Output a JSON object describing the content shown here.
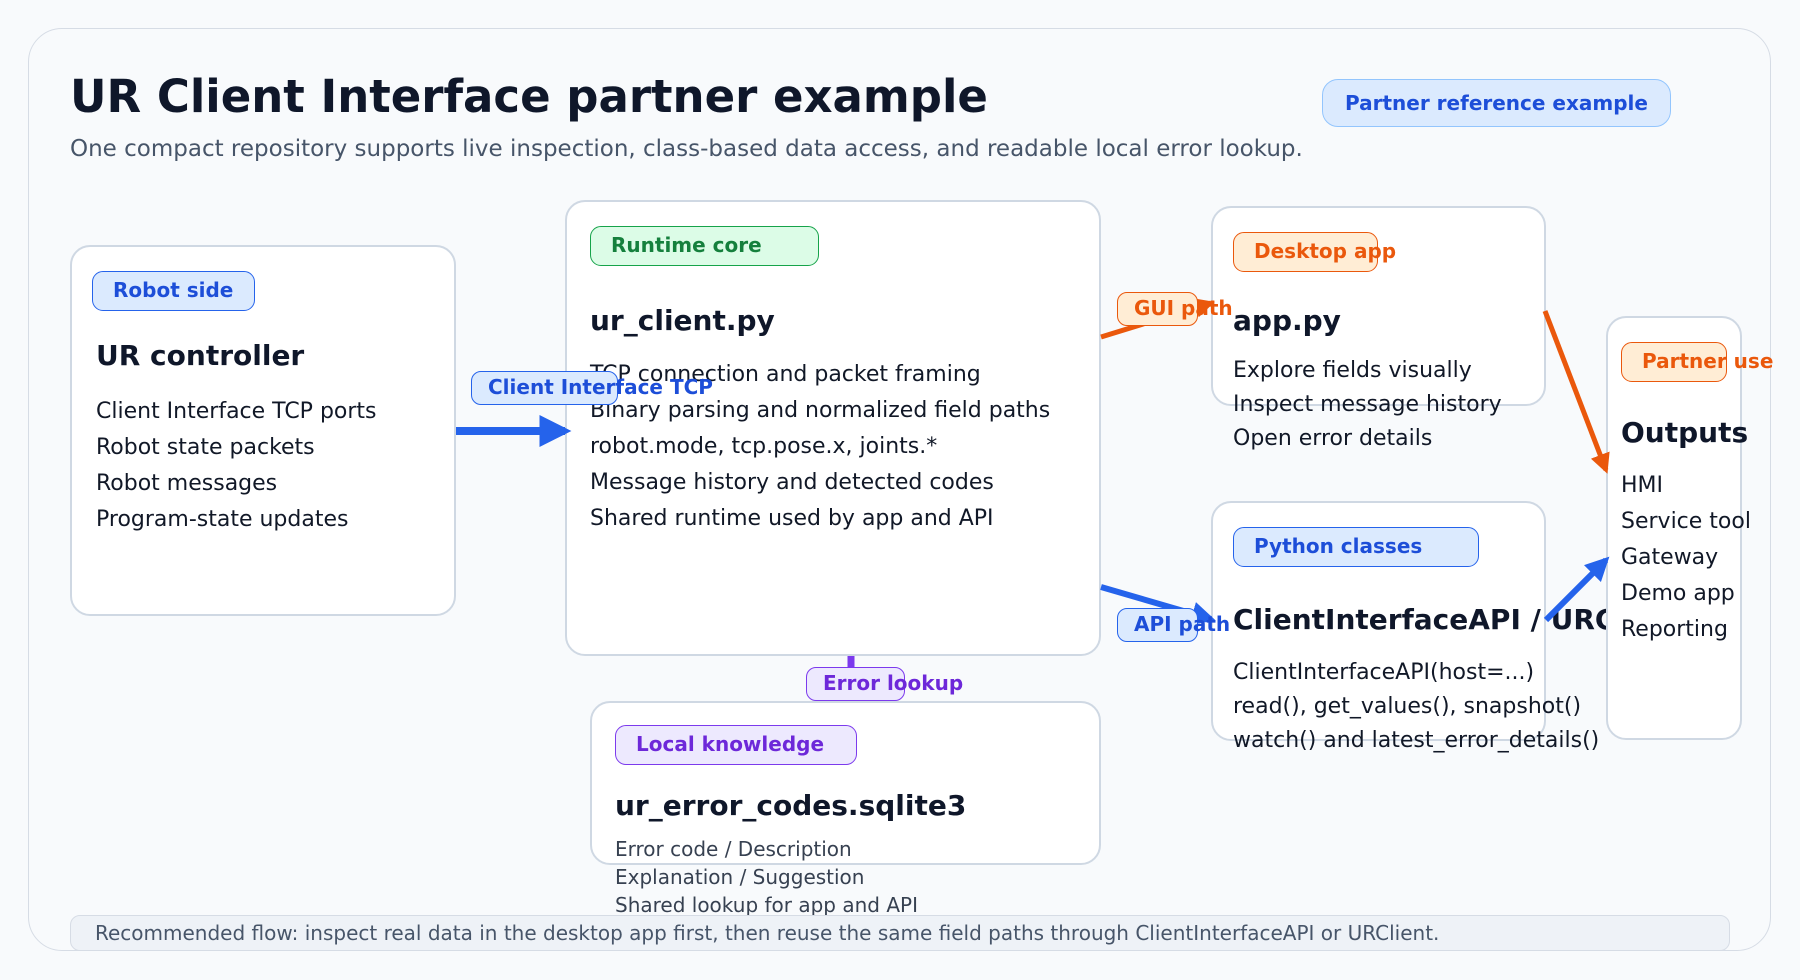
{
  "header": {
    "title": "UR Client Interface partner example",
    "subtitle": "One compact repository supports live inspection, class-based data access, and readable local error lookup.",
    "badge": "Partner reference example"
  },
  "colors": {
    "blue": "#2563eb",
    "green": "#16a34a",
    "orange": "#ea580c",
    "purple": "#7c3aed"
  },
  "nodes": {
    "robot": {
      "tag": "Robot side",
      "title": "UR controller",
      "lines": [
        "Client Interface TCP ports",
        "Robot state packets",
        "Robot messages",
        "Program-state updates"
      ]
    },
    "runtime": {
      "tag": "Runtime core",
      "title": "ur_client.py",
      "lines": [
        "TCP connection and packet framing",
        "Binary parsing and normalized field paths",
        "robot.mode, tcp.pose.x, joints.*",
        "Message history and detected codes",
        "Shared runtime used by app and API"
      ]
    },
    "desktop": {
      "tag": "Desktop app",
      "title": "app.py",
      "lines": [
        "Explore fields visually",
        "Inspect message history",
        "Open error details"
      ]
    },
    "python": {
      "tag": "Python classes",
      "title": "ClientInterfaceAPI / URClient",
      "lines": [
        "ClientInterfaceAPI(host=...)",
        "read(), get_values(), snapshot()",
        "watch() and latest_error_details()"
      ]
    },
    "knowledge": {
      "tag": "Local knowledge",
      "title": "ur_error_codes.sqlite3",
      "lines": [
        "Error code / Description",
        "Explanation / Suggestion",
        "Shared lookup for app and API"
      ]
    },
    "outputs": {
      "tag": "Partner use",
      "title": "Outputs",
      "lines": [
        "HMI",
        "Service tool",
        "Gateway",
        "Demo app",
        "Reporting"
      ]
    }
  },
  "edges": {
    "tcp": "Client Interface TCP",
    "gui": "GUI path",
    "api": "API path",
    "error": "Error lookup"
  },
  "footer": "Recommended flow: inspect real data in the desktop app first, then reuse the same field paths through ClientInterfaceAPI or URClient."
}
